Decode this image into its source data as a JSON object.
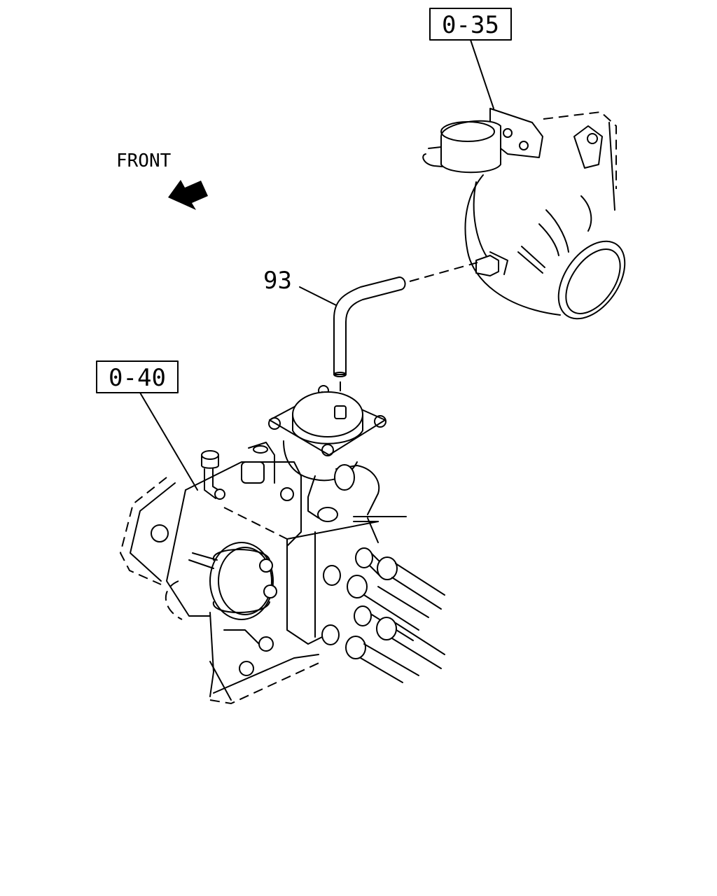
{
  "labels": {
    "ref_top": "0-35",
    "ref_left": "0-40",
    "part_hose": "93",
    "front": "FRONT"
  },
  "icons": {
    "front_arrow": "arrow-up-left-icon"
  }
}
